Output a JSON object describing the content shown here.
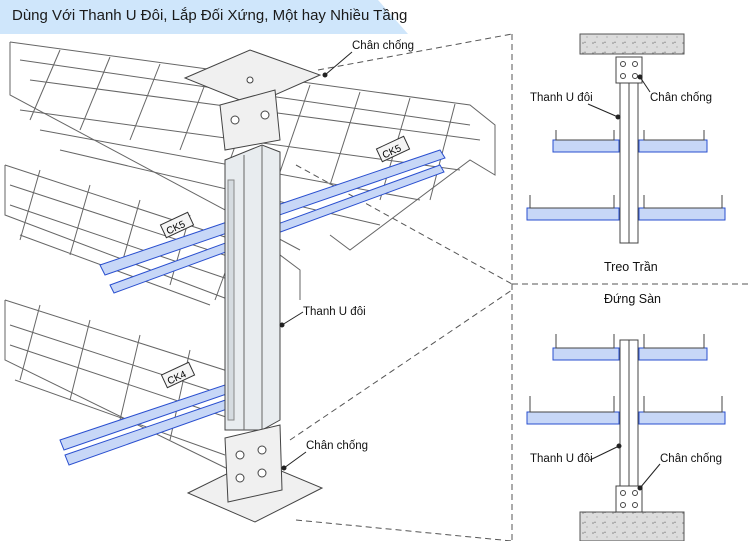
{
  "title": "Dùng Với Thanh U Đôi, Lắp Đối Xứng, Một hay Nhiều Tầng",
  "colors": {
    "accent": "#2f7fd6",
    "title_tab": "#cfe6fb",
    "steel": "#9aa4ad",
    "line": "#333333",
    "concrete": "#d9d9d9"
  },
  "main_view": {
    "labels": {
      "bracket_top": "Chân chống",
      "double_channel": "Thanh U đôi",
      "bracket_bottom": "Chân chống"
    },
    "tags": [
      "CK5",
      "CK5",
      "CK4"
    ]
  },
  "ceiling_view": {
    "caption": "Treo Trần",
    "label_channel": "Thanh U đôi",
    "label_bracket": "Chân chống"
  },
  "floor_view": {
    "caption": "Đứng Sàn",
    "label_channel": "Thanh U đôi",
    "label_bracket": "Chân chống"
  }
}
